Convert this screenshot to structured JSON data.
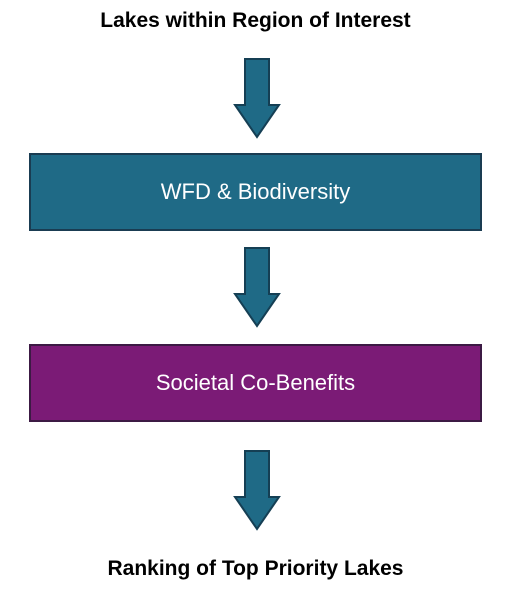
{
  "diagram": {
    "title_top": "Lakes within Region of Interest",
    "stages": [
      {
        "label": "WFD & Biodiversity",
        "color": "#1f6a86"
      },
      {
        "label": "Societal Co-Benefits",
        "color": "#7b1b76"
      }
    ],
    "title_bottom": "Ranking of Top Priority Lakes",
    "arrow_color": "#1f6a86",
    "arrow_icon": "down-arrow-icon"
  }
}
